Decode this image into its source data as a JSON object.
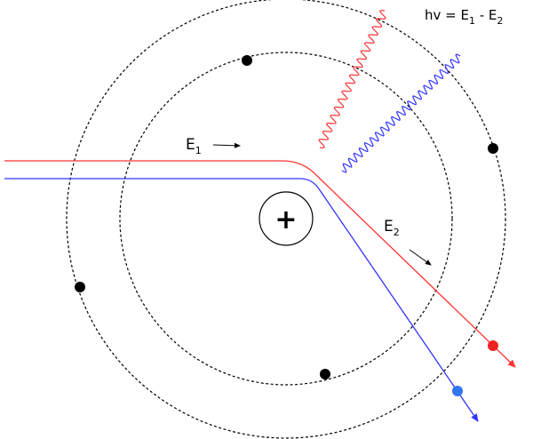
{
  "labels": {
    "equation_prefix": "hv = E",
    "equation_sub1": "1",
    "equation_minus": " - E",
    "equation_sub2": "2",
    "e1_main": "E",
    "e1_sub": "1",
    "e2_main": "E",
    "e2_sub": "2",
    "nucleus_sign": "+"
  },
  "colors": {
    "red_beam": "#ff3333",
    "blue_beam": "#3333ff",
    "red_particle": "#ee2222",
    "blue_particle": "#3377ee",
    "orbit": "#000000",
    "electron": "#000000"
  }
}
